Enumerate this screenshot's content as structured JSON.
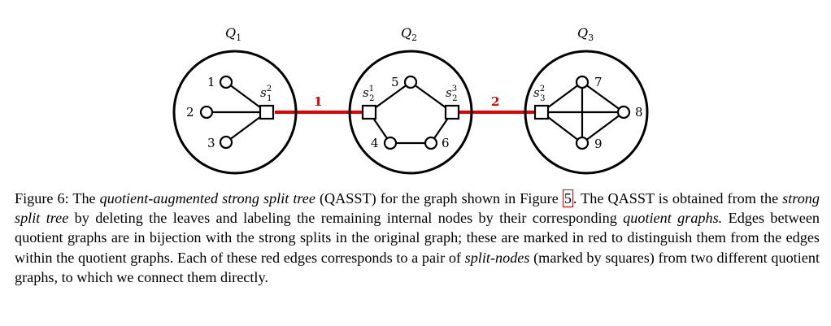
{
  "figure": {
    "quotients": [
      {
        "label": "Q",
        "subscript": "1"
      },
      {
        "label": "Q",
        "subscript": "2"
      },
      {
        "label": "Q",
        "subscript": "3"
      }
    ],
    "vertex_labels": {
      "q1": [
        "1",
        "2",
        "3"
      ],
      "q2": [
        "5",
        "4",
        "6"
      ],
      "q3": [
        "7",
        "8",
        "9"
      ]
    },
    "split_nodes": [
      {
        "base": "s",
        "sub": "1",
        "sup": "2"
      },
      {
        "base": "s",
        "sub": "2",
        "sup": "1"
      },
      {
        "base": "s",
        "sub": "2",
        "sup": "3"
      },
      {
        "base": "s",
        "sub": "3",
        "sup": "2"
      }
    ],
    "red_edges": [
      "1",
      "2"
    ],
    "colors": {
      "red_edge": "#e00000",
      "stroke": "#000000"
    }
  },
  "caption": {
    "figure_label": "Figure 6:",
    "p1": " The ",
    "e1": "quotient-augmented strong split tree",
    "p2": " (QASST) for the graph shown in Figure ",
    "ref": "5",
    "p3": ". The QASST is obtained from the ",
    "e2": "strong split tree",
    "p4": " by deleting the leaves and labeling the remaining internal nodes by their corresponding ",
    "e3": "quotient graphs.",
    "p5": " Edges between quotient graphs are in bijection with the strong splits in the original graph; these are marked in red to distinguish them from the edges within the quotient graphs. Each of these red edges corresponds to a pair of ",
    "e4": "split-nodes",
    "p6": " (marked by squares) from two different quotient graphs, to which we connect them directly."
  }
}
